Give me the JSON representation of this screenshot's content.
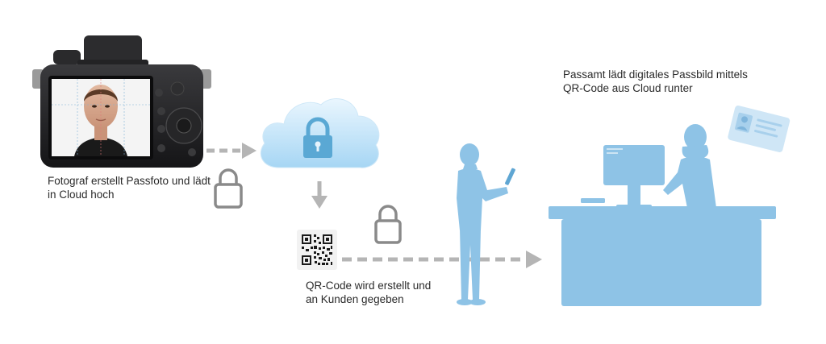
{
  "captions": {
    "photographer": [
      "Fotograf erstellt Passfoto und lädt",
      "in Cloud hoch"
    ],
    "qr": [
      "QR-Code wird erstellt und",
      "an Kunden gegeben"
    ],
    "office": [
      "Passamt lädt digitales Passbild mittels",
      "QR-Code aus Cloud runter"
    ]
  },
  "colors": {
    "figure_blue": "#8ec3e6",
    "arrow_gray": "#b5b5b5",
    "lock_gray": "#8a8a8a",
    "cloud_light": "#e4f3fd",
    "cloud_mid": "#a9d8f5",
    "lock_in_cloud": "#5aa8d4",
    "camera_body": "#1d1d1f"
  },
  "icons": {
    "camera": "camera-icon",
    "cloud": "cloud-lock-icon",
    "padlock": "padlock-icon",
    "qr_code": "qr-code-icon",
    "customer": "person-with-phone-icon",
    "clerk": "clerk-at-desk-icon",
    "id_card": "id-card-icon"
  }
}
